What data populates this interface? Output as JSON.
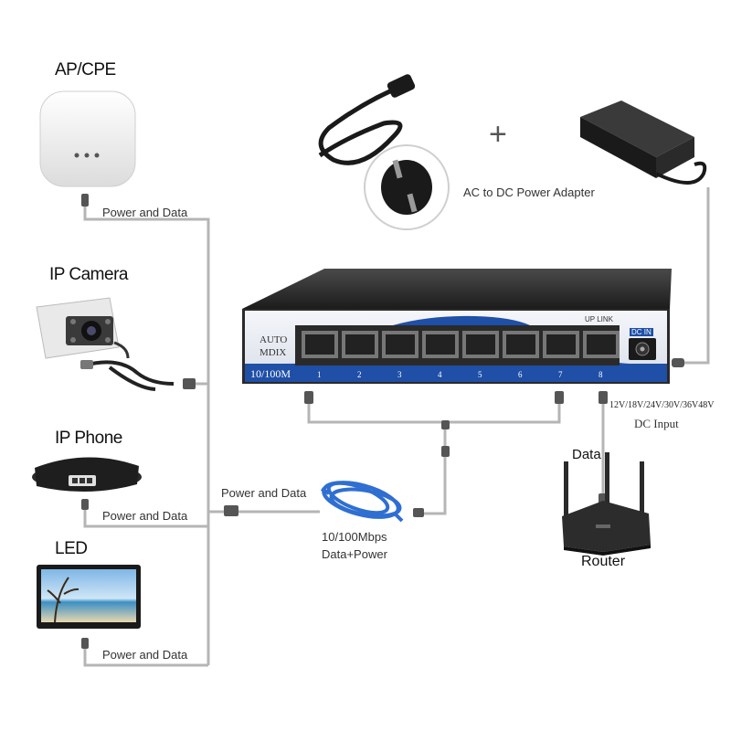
{
  "devices": {
    "ap": {
      "title": "AP/CPE",
      "link_label": "Power and Data"
    },
    "camera": {
      "title": "IP Camera"
    },
    "phone": {
      "title": "IP Phone",
      "link_label": "Power and Data"
    },
    "led": {
      "title": "LED",
      "link_label": "Power and Data"
    }
  },
  "center_link_label": "Power and Data",
  "cable": {
    "line1": "10/100Mbps",
    "line2": "Data+Power"
  },
  "power": {
    "plus": "+",
    "adapter_label": "AC to DC Power Adapter"
  },
  "switch": {
    "auto_line1": "AUTO",
    "auto_line2": "MDIX",
    "speed": "10/100M",
    "uplink": "UP LINK",
    "dc_in": "DC IN",
    "ports": [
      "1",
      "2",
      "3",
      "4",
      "5",
      "6",
      "7",
      "8"
    ]
  },
  "dc_input": {
    "voltages": "12V/18V/24V/30V/36V48V",
    "label": "DC Input"
  },
  "router": {
    "data_label": "Data",
    "label": "Router"
  }
}
